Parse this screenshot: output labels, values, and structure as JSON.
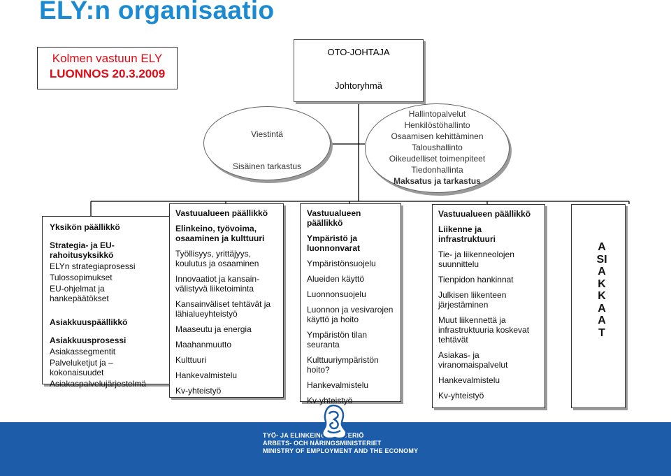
{
  "title": "ELY:n organisaatio",
  "version_box": {
    "line1": "Kolmen vastuun ELY",
    "line2": "LUONNOS  20.3.2009"
  },
  "management": {
    "title": "OTO-JOHTAJA",
    "group": "Johtoryhmä"
  },
  "ellipse_left": {
    "line1": "Viestintä",
    "line2": "Sisäinen tarkastus"
  },
  "ellipse_right": {
    "items": [
      "Hallintopalvelut",
      "Henkilöstöhallinto",
      "Osaamisen kehittäminen",
      "Taloushallinto",
      "Oikeudelliset toimenpiteet",
      "Tiedonhallinta",
      "Maksatus ja tarkastus"
    ]
  },
  "col1": {
    "heading": "Yksikön päällikkö",
    "subheading": "Strategia- ja EU-rahoitusyksikkö",
    "items": [
      "ELYn strategiaprosessi",
      "Tulossopimukset",
      "EU-ohjelmat ja hankepäätökset"
    ],
    "heading2": "Asiakkuuspäällikkö",
    "subheading2": "Asiakkuusprosessi",
    "items2": [
      "Asiakassegmentit",
      "Palveluketjut ja – kokonaisuudet",
      "Asiakaspalvelujärjestelmä"
    ]
  },
  "col2": {
    "heading": "Vastuualueen päällikkö",
    "subheading": "Elinkeino, työvoima, osaaminen ja kulttuuri",
    "items": [
      "Työllisyys, yrittäjyys, koulutus ja osaaminen",
      "Innovaatiot ja kansain-välistyvä liiketoiminta",
      "Kansainväliset tehtävät ja lähialueyhteistyö",
      "Maaseutu ja energia",
      "Maahanmuutto",
      "Kulttuuri",
      "Hankevalmistelu",
      "Kv-yhteistyö"
    ]
  },
  "col3": {
    "heading": "Vastuualueen päällikkö",
    "subheading": "Ympäristö ja luonnonvarat",
    "items": [
      "Ympäristönsuojelu",
      "Alueiden käyttö",
      "Luonnonsuojelu",
      "Luonnon ja vesivarojen käyttö ja hoito",
      "Ympäristön tilan seuranta",
      "Kulttuuriympäristön hoito?",
      "Hankevalmistelu",
      "Kv-yhteistyö"
    ]
  },
  "col4": {
    "heading": "Vastuualueen päällikkö",
    "subheading": "Liikenne ja infrastruktuuri",
    "items": [
      "Tie- ja liikenneolojen suunnittelu",
      "Tienpidon hankinnat",
      "Julkisen liikenteen järjestäminen",
      "Muut liikennettä ja infrastruktuuria koskevat tehtävät",
      "Asiakas- ja viranomaispalvelut",
      "Hankevalmistelu",
      "Kv-yhteistyö"
    ]
  },
  "col5": {
    "vertical": "ASIAKKAAT"
  },
  "footer": {
    "line1": "TYÖ- JA ELINKEINOMINISTERIÖ",
    "line2": "ARBETS- OCH NÄRINGSMINISTERIET",
    "line3": "MINISTRY OF EMPLOYMENT AND THE ECONOMY"
  },
  "colors": {
    "title": "#1a8ad3",
    "version_text": "#e20a14",
    "footer_band": "#1d5ca8",
    "emblem": "#1d5ca8"
  },
  "icons": {
    "emblem": "lion-emblem"
  }
}
